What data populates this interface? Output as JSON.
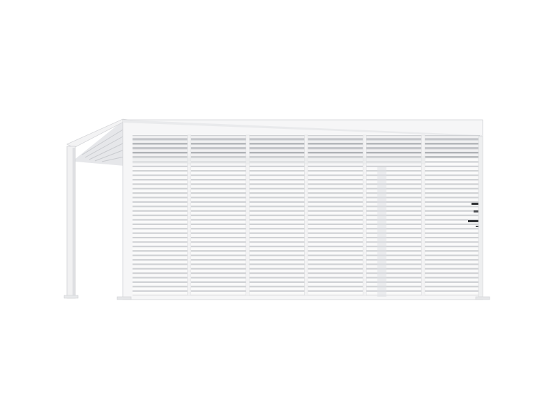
{
  "product": {
    "type": "pergola-with-louvered-side-panels",
    "brand_plate_text": "",
    "colors": {
      "frame": "#f4f4f5",
      "frame_shadow": "#dcdde0",
      "louver_light": "#fafafa",
      "louver_gap": "#cfd1d4",
      "louver_dark_gap": "#9fa2a7",
      "interior_shade": "#e3e4e7",
      "handle": "#2f3134"
    },
    "front_panels": 6,
    "louvers_per_panel": 36,
    "roof_louvers_visible": 4
  }
}
